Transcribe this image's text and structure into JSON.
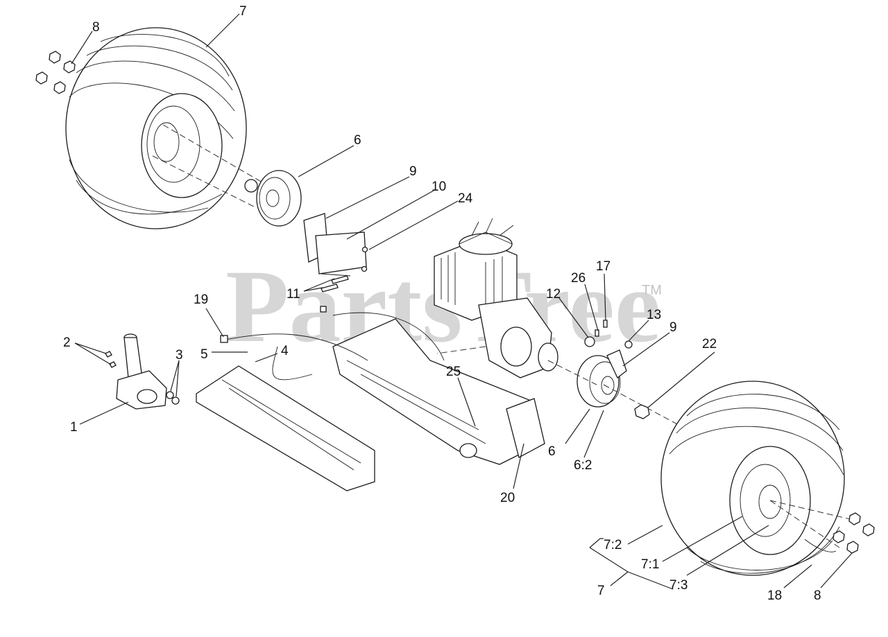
{
  "watermark": {
    "text": "PartsTree",
    "tm": "TM"
  },
  "callouts": [
    {
      "id": "c7a",
      "text": "7"
    },
    {
      "id": "c8a",
      "text": "8"
    },
    {
      "id": "c6a",
      "text": "6"
    },
    {
      "id": "c9a",
      "text": "9"
    },
    {
      "id": "c10",
      "text": "10"
    },
    {
      "id": "c24",
      "text": "24"
    },
    {
      "id": "c11",
      "text": "11"
    },
    {
      "id": "c19",
      "text": "19"
    },
    {
      "id": "c2",
      "text": "2"
    },
    {
      "id": "c3",
      "text": "3"
    },
    {
      "id": "c5",
      "text": "5"
    },
    {
      "id": "c4",
      "text": "4"
    },
    {
      "id": "c1",
      "text": "1"
    },
    {
      "id": "c25",
      "text": "25"
    },
    {
      "id": "c20",
      "text": "20"
    },
    {
      "id": "c12",
      "text": "12"
    },
    {
      "id": "c26",
      "text": "26"
    },
    {
      "id": "c17",
      "text": "17"
    },
    {
      "id": "c13",
      "text": "13"
    },
    {
      "id": "c9b",
      "text": "9"
    },
    {
      "id": "c22",
      "text": "22"
    },
    {
      "id": "c6b",
      "text": "6"
    },
    {
      "id": "c62",
      "text": "6:2"
    },
    {
      "id": "c72",
      "text": "7:2"
    },
    {
      "id": "c71",
      "text": "7:1"
    },
    {
      "id": "c73",
      "text": "7:3"
    },
    {
      "id": "c7b",
      "text": "7"
    },
    {
      "id": "c18",
      "text": "18"
    },
    {
      "id": "c8b",
      "text": "8"
    }
  ]
}
